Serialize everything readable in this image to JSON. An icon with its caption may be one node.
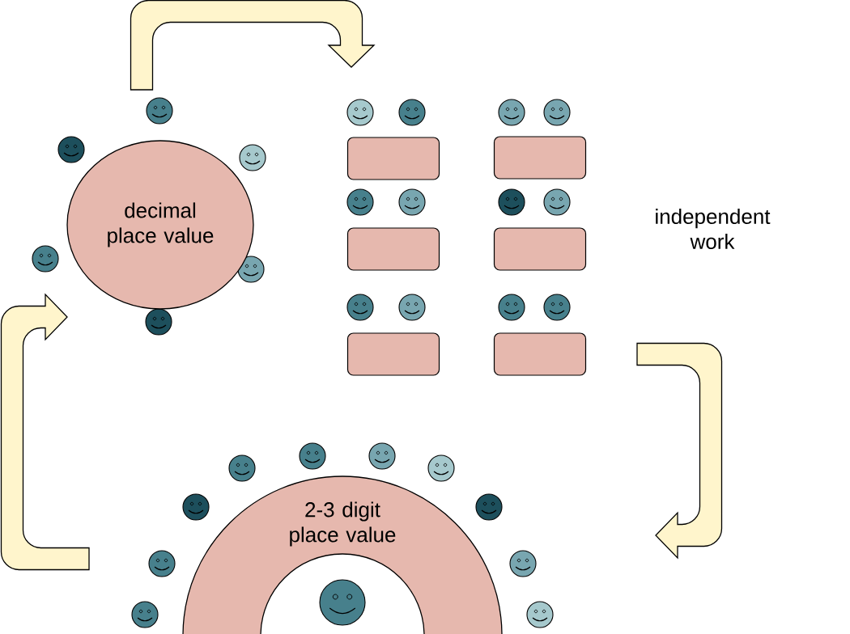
{
  "diagram": {
    "nodes": [
      {
        "text": [
          "decimal place value"
        ]
      },
      {
        "text": [],
        "shape": "box"
      },
      {
        "text": [],
        "shape": "box"
      },
      {
        "text": [],
        "shape": "box"
      },
      {
        "text": [],
        "shape": "box"
      },
      {
        "text": [],
        "shape": "box"
      },
      {
        "text": [],
        "shape": "box"
      },
      {
        "text": [
          "2-3 digit place value"
        ]
      }
    ],
    "edges": [
      {
        "from": 0,
        "to": 1,
        "arrow": "to"
      },
      {
        "from": 6,
        "to": 7,
        "arrow": "to"
      },
      {
        "from": 7,
        "to": 0,
        "arrow": "to"
      }
    ],
    "labels": [
      "independent work"
    ]
  }
}
